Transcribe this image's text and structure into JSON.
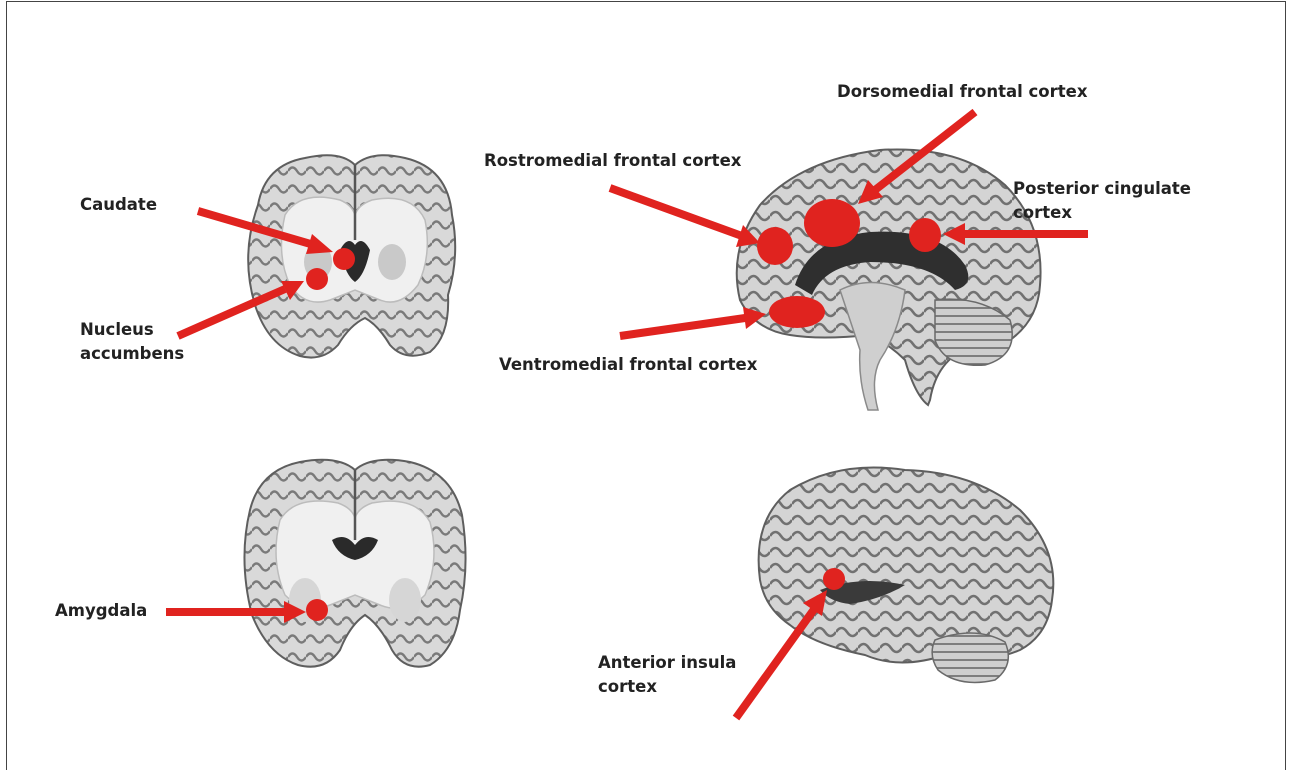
{
  "labels": {
    "caudate": "Caudate",
    "nucleus_accumbens": [
      "Nucleus",
      "accumbens"
    ],
    "amygdala": "Amygdala",
    "rostromedial": "Rostromedial frontal cortex",
    "dorsomedial": "Dorsomedial frontal cortex",
    "posterior_cingulate": [
      "Posterior cingulate",
      "cortex"
    ],
    "ventromedial": "Ventromedial frontal cortex",
    "anterior_insula": [
      "Anterior insula",
      "cortex"
    ]
  },
  "colors": {
    "marker": "#e0231f",
    "brain_fill": "#d6d6d6",
    "brain_sulci": "#6e6e6e",
    "white_matter": "#f1f1f1",
    "ventricle": "#2a2a2a"
  }
}
